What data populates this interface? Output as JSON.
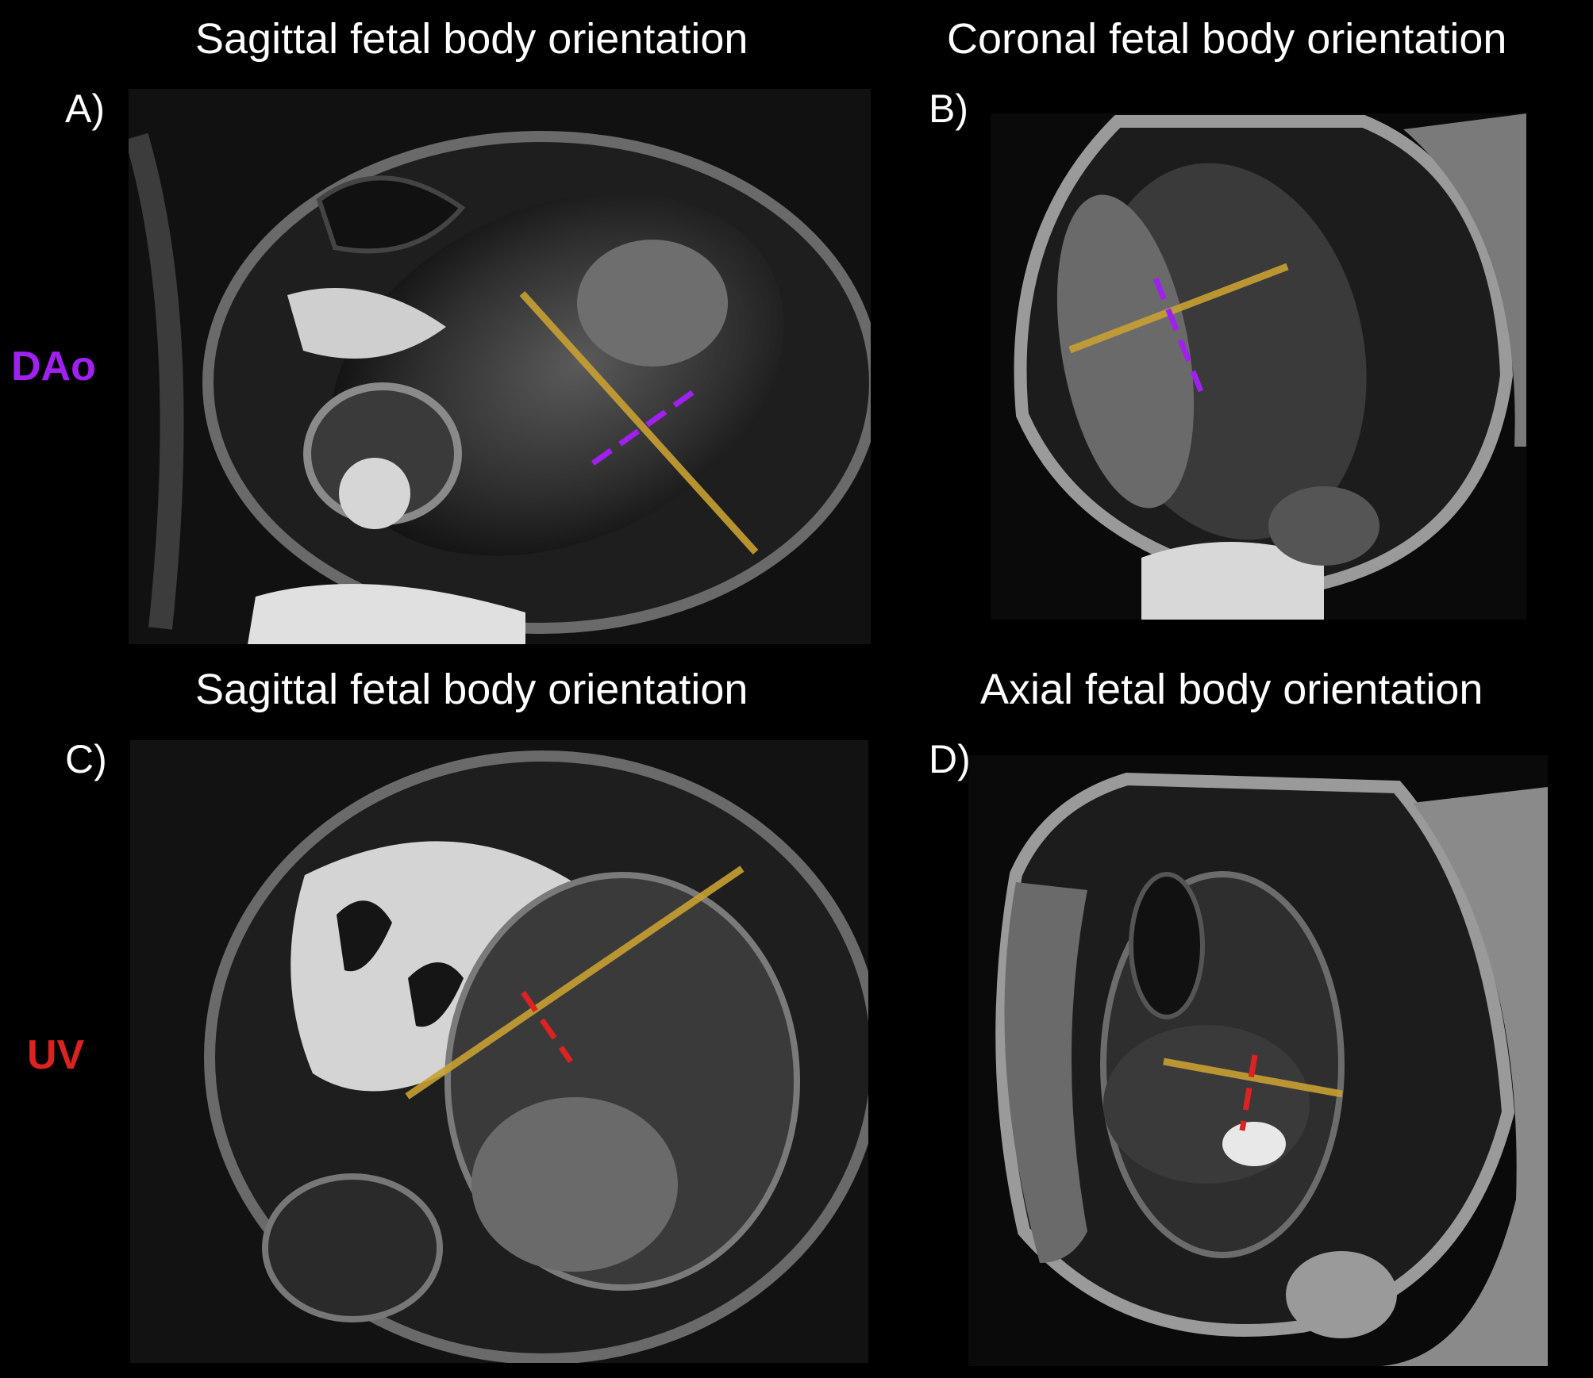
{
  "panels": [
    {
      "title": "Sagittal fetal body orientation",
      "label": "A)"
    },
    {
      "title": "Coronal fetal body orientation",
      "label": "B)"
    },
    {
      "title": "Sagittal fetal body orientation",
      "label": "C)"
    },
    {
      "title": "Axial fetal body orientation",
      "label": "D)"
    }
  ],
  "row_labels": {
    "top": "DAo",
    "bottom": "UV"
  },
  "colors": {
    "dao": "#a020f0",
    "uv": "#dd2222",
    "plane_line": "#c8a033",
    "background": "#000000"
  }
}
